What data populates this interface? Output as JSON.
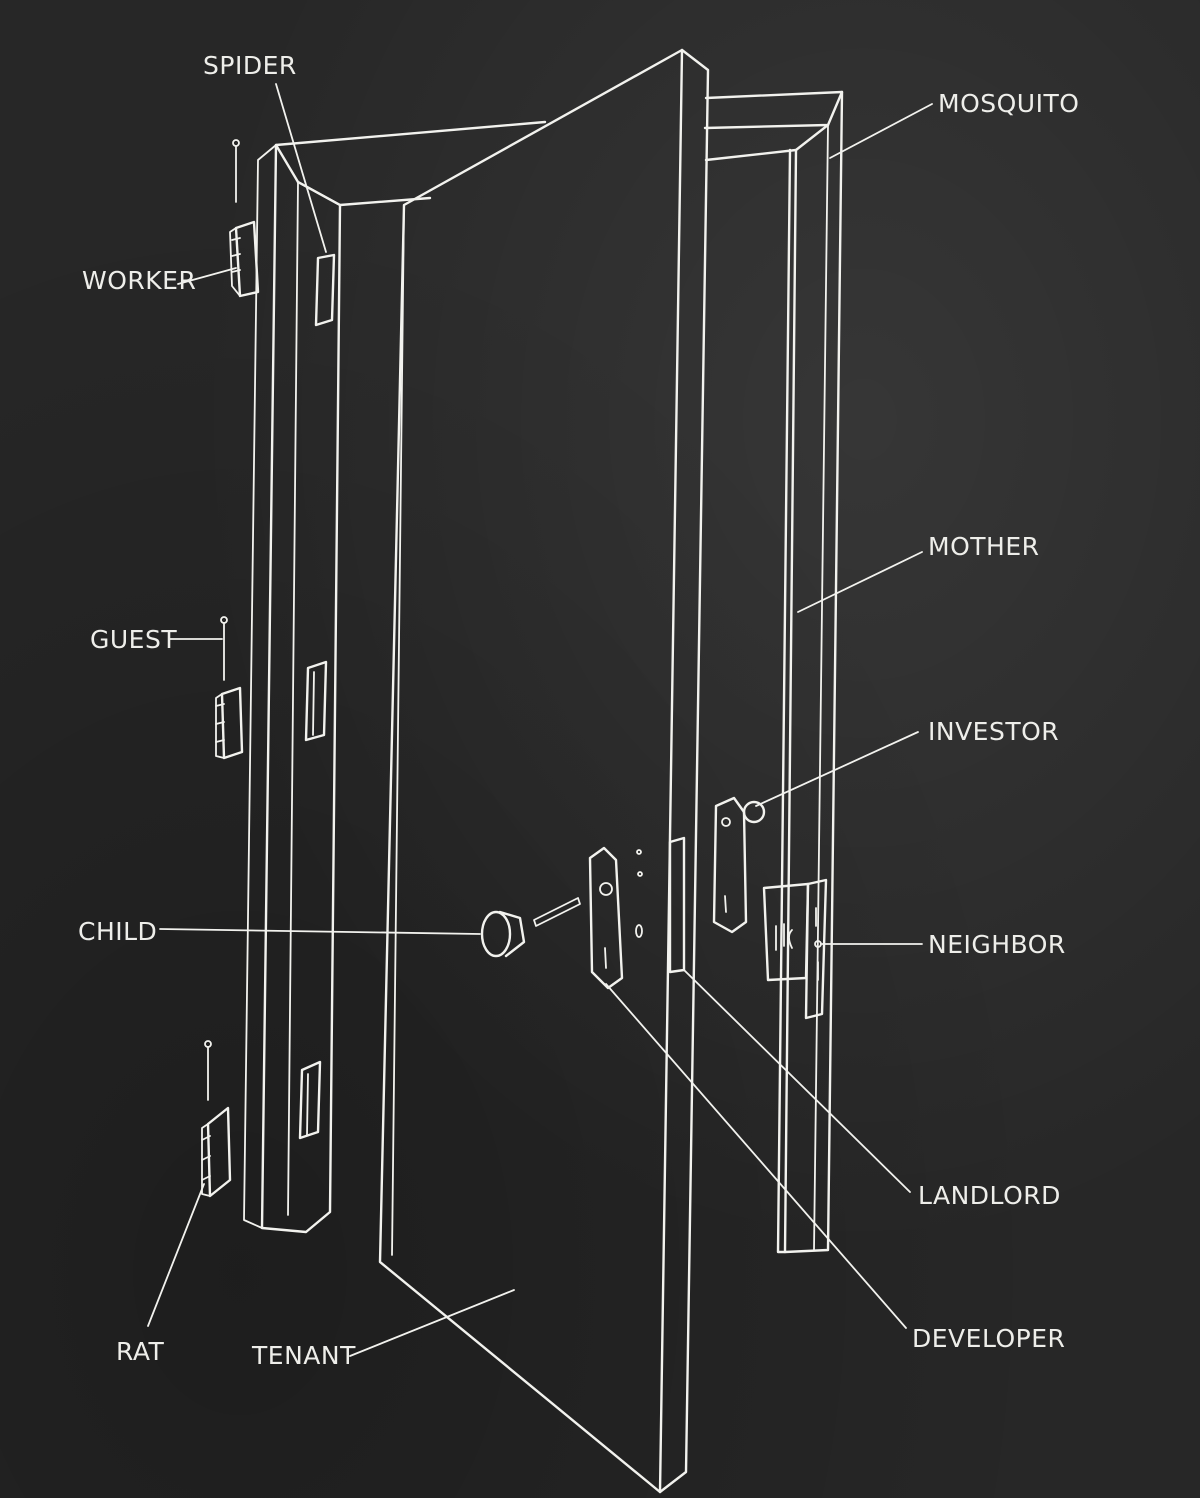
{
  "labels": {
    "spider": "SPIDER",
    "mosquito": "MOSQUITO",
    "worker": "WORKER",
    "mother": "MOTHER",
    "guest": "GUEST",
    "investor": "INVESTOR",
    "child": "CHILD",
    "neighbor": "NEIGHBOR",
    "landlord": "LANDLORD",
    "rat": "RAT",
    "tenant": "TENANT",
    "developer": "DEVELOPER"
  },
  "colors": {
    "background": "#272727",
    "line": "#f2f2ee"
  }
}
